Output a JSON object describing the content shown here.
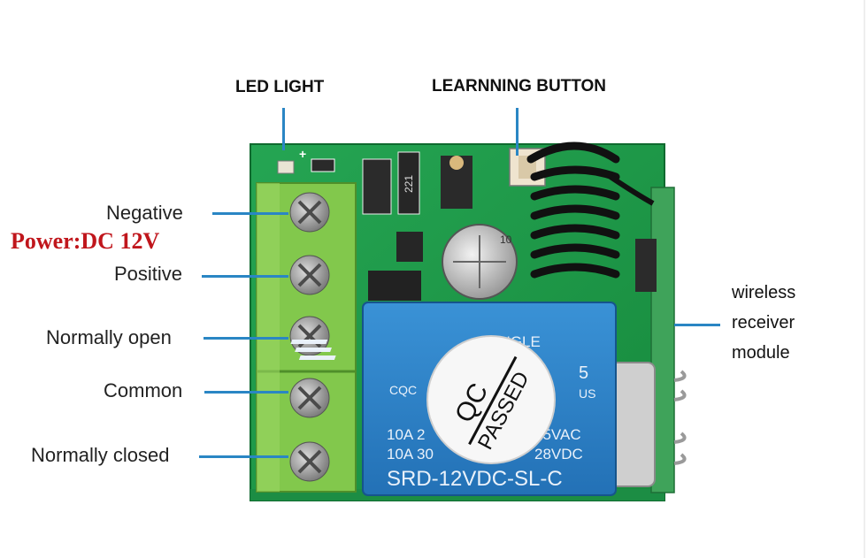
{
  "labels": {
    "led_light": "LED LIGHT",
    "learning_button": "LEARNNING BUTTON",
    "negative": "Negative",
    "power": "Power:DC 12V",
    "positive": "Positive",
    "normally_open": "Normally open",
    "common": "Common",
    "normally_closed": "Normally closed",
    "wireless_line1": "wireless",
    "wireless_line2": "receiver",
    "wireless_line3": "module"
  },
  "relay": {
    "brand": "SONGLE",
    "cqc": "CQC",
    "pin5": "5",
    "us": "US",
    "rating1_left": "10A 2",
    "rating1_right": "25VAC",
    "rating2_left": "10A 30",
    "rating2_right": "28VDC",
    "model": "SRD-12VDC-SL-C"
  },
  "qc_sticker": {
    "line1": "QC",
    "line2": "PASSED"
  },
  "pcb": {
    "resistor_code": "221",
    "plus_mark": "+",
    "cap_mark": "10"
  },
  "colors": {
    "leader": "#2a86c4",
    "power_text": "#c0161c",
    "pcb_green": "#1f9a4a",
    "terminal_green": "#7fc74a",
    "relay_blue": "#2f84c9"
  }
}
